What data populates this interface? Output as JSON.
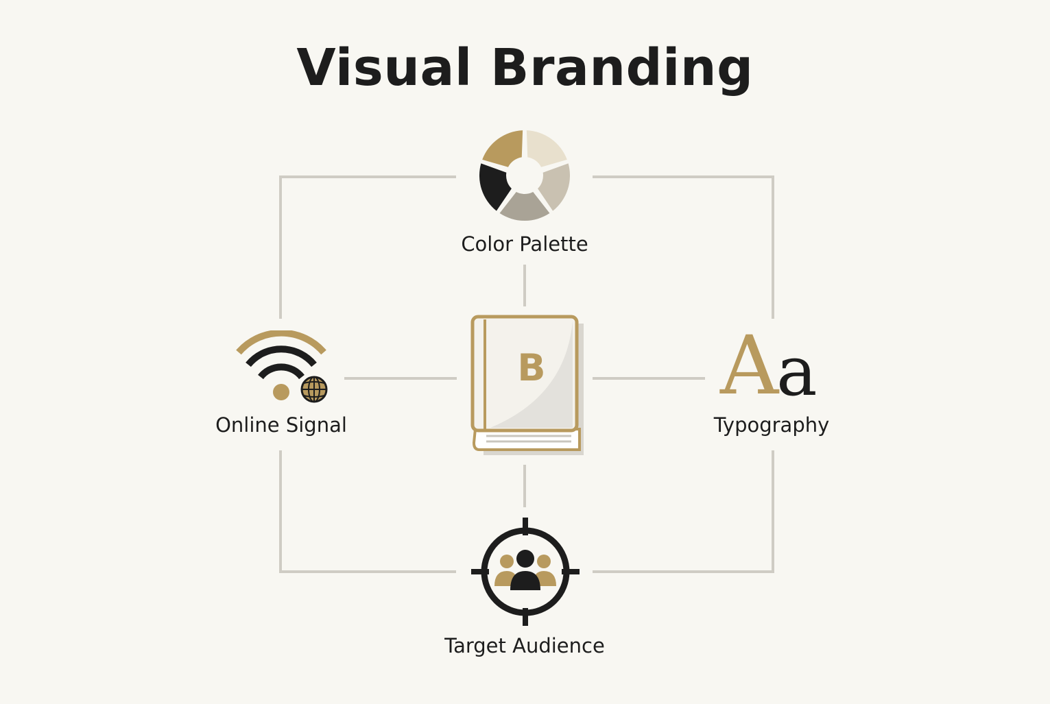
{
  "title": "Visual Branding",
  "nodes": {
    "center": {
      "icon": "brand-book-icon",
      "monogram": "B"
    },
    "top": {
      "label": "Color Palette",
      "icon": "color-palette-wheel-icon"
    },
    "left": {
      "label": "Online Signal",
      "icon": "wifi-globe-icon"
    },
    "right": {
      "label": "Typography",
      "icon": "typography-icon",
      "glyph_upper": "A",
      "glyph_lower": "a"
    },
    "bottom": {
      "label": "Target Audience",
      "icon": "target-audience-icon"
    }
  },
  "colors": {
    "background": "#f8f7f2",
    "gold": "#b89a5e",
    "dark": "#1d1d1d",
    "connector": "#cfccc4",
    "beige_light": "#e8e0cd",
    "beige_mid": "#c9c1b1",
    "taupe": "#a9a396"
  }
}
